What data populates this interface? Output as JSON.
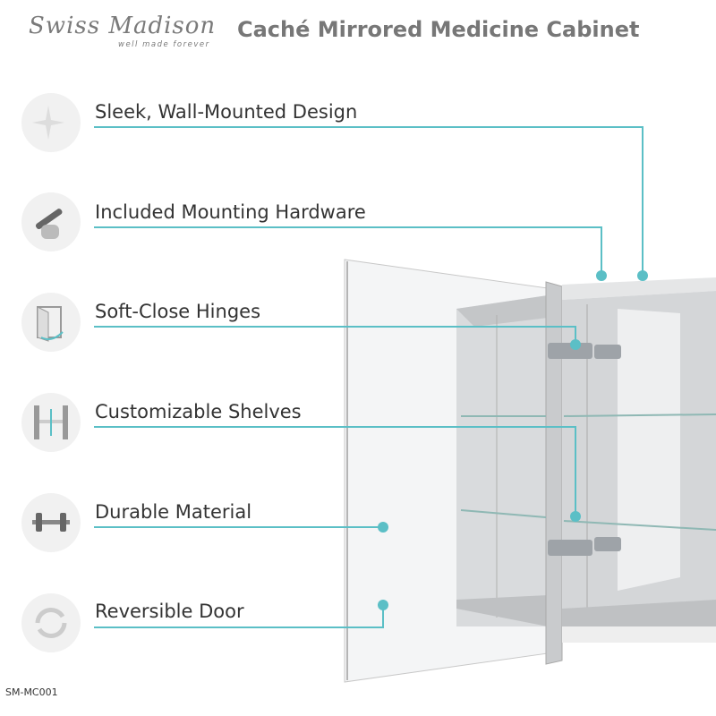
{
  "brand": {
    "name": "Swiss Madison",
    "tagline": "well made forever"
  },
  "title": "Caché Mirrored Medicine Cabinet",
  "features": [
    {
      "label": "Sleek, Wall-Mounted Design",
      "icon": "sparkle-icon"
    },
    {
      "label": "Included Mounting Hardware",
      "icon": "wrench-hand-icon"
    },
    {
      "label": "Soft-Close Hinges",
      "icon": "door-hinge-icon"
    },
    {
      "label": "Customizable Shelves",
      "icon": "adjustable-shelf-icon"
    },
    {
      "label": "Durable Material",
      "icon": "dumbbell-icon"
    },
    {
      "label": "Reversible Door",
      "icon": "rotate-arrows-icon"
    }
  ],
  "sku": "SM-MC001",
  "colors": {
    "accent": "#5bbfc6",
    "text": "#333333",
    "heading": "#777777"
  }
}
